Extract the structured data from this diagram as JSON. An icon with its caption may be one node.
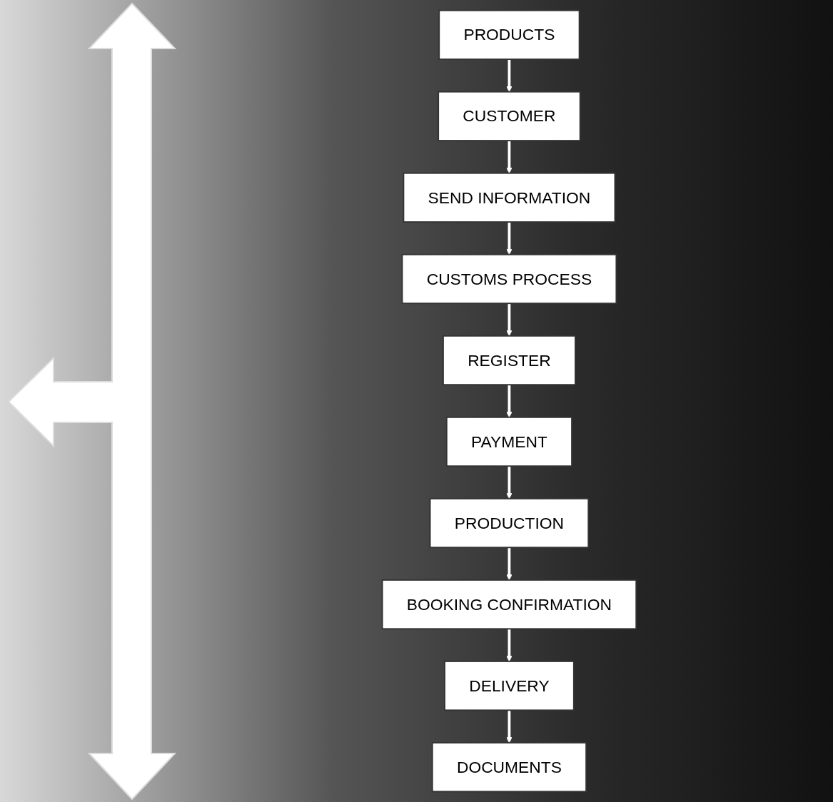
{
  "diagram": {
    "nodes": [
      {
        "text": [
          "PRODUCTS"
        ]
      },
      {
        "text": [
          "CUSTOMER"
        ]
      },
      {
        "text": [
          "SEND INFORMATION"
        ]
      },
      {
        "text": [
          "CUSTOMS PROCESS"
        ]
      },
      {
        "text": [
          "REGISTER"
        ]
      },
      {
        "text": [
          "PAYMENT"
        ]
      },
      {
        "text": [
          "PRODUCTION"
        ]
      },
      {
        "text": [
          "BOOKING CONFIRMATION"
        ]
      },
      {
        "text": [
          "DELIVERY"
        ]
      },
      {
        "text": [
          "DOCUMENTS"
        ]
      }
    ],
    "edges": [
      {
        "from": 0,
        "to": 1,
        "arrow": "to"
      },
      {
        "from": 1,
        "to": 2,
        "arrow": "to"
      },
      {
        "from": 2,
        "to": 3,
        "arrow": "to"
      },
      {
        "from": 3,
        "to": 4,
        "arrow": "to"
      },
      {
        "from": 4,
        "to": 5,
        "arrow": "to"
      },
      {
        "from": 5,
        "to": 6,
        "arrow": "to"
      },
      {
        "from": 6,
        "to": 7,
        "arrow": "to"
      },
      {
        "from": 7,
        "to": 8,
        "arrow": "to"
      },
      {
        "from": 8,
        "to": 9,
        "arrow": "to"
      }
    ]
  }
}
